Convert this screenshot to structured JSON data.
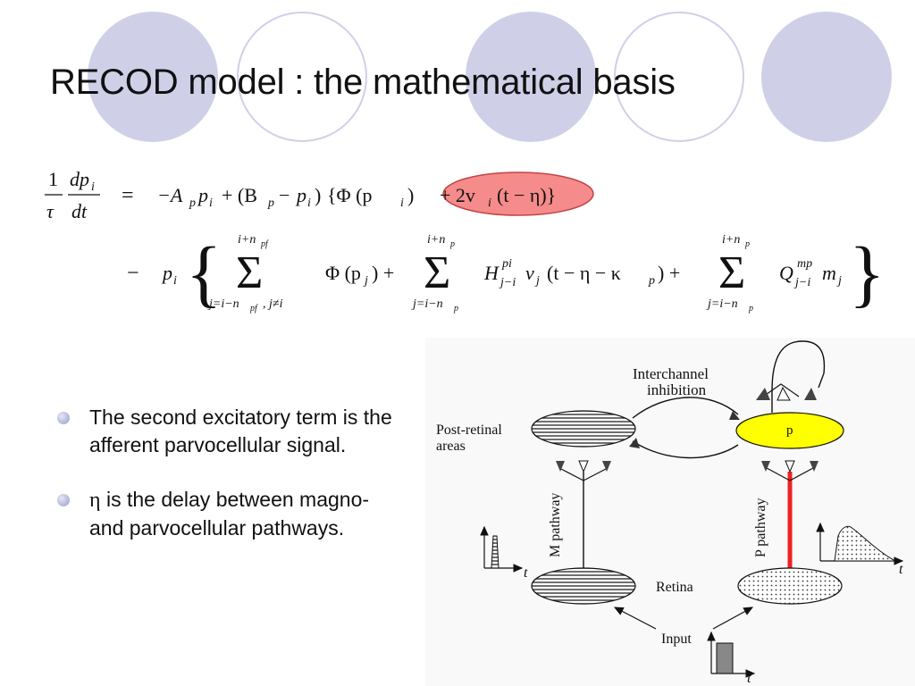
{
  "slide": {
    "title": "RECOD model : the mathematical basis"
  },
  "equation": {
    "line1": {
      "lhs_num_left": "1",
      "lhs_den_left": "τ",
      "lhs_num_right": "dp",
      "lhs_num_right_sub": "i",
      "lhs_den_right": "dt",
      "equals": "=",
      "rhs_main": "−A",
      "rhs_rest": "+ (B",
      "rhs_phi": "{Φ (p",
      "highlight": "+ 2v",
      "highlight_tail": "(t − η)}"
    },
    "line2": {
      "minus": "−",
      "p": "p",
      "sum1_upper": "i+n",
      "sum1_upper_sub": "pf",
      "sum1_lower": "j=i−n",
      "sum1_lower_sub": "pf",
      "sum1_lower_tail": ", j≠i",
      "term1": "Φ (p",
      "term1_tail": ") +",
      "sum2_upper": "i+n",
      "sum2_upper_sub": "p",
      "sum2_lower": "j=i−n",
      "sum2_lower_sub": "p",
      "term2": "H",
      "term2_sup": "pi",
      "term2_sub": "j−i",
      "term2_tail": "v",
      "term2_tail2": "(t − η − κ",
      "term2_tail3": ") +",
      "sum3_upper": "i+n",
      "sum3_upper_sub": "p",
      "sum3_lower": "j=i−n",
      "sum3_lower_sub": "p",
      "term3": "Q",
      "term3_sup": "mp",
      "term3_sub": "j−i",
      "term3_tail": "m"
    },
    "highlight_color": "#f58b8b"
  },
  "bullets": [
    {
      "text": "The second excitatory term is the afferent parvocellular signal."
    },
    {
      "eta": "η",
      "text": " is the delay between magno- and parvocellular pathways."
    }
  ],
  "diagram": {
    "interchannel_line1": "Interchannel",
    "interchannel_line2": "inhibition",
    "post_retinal_line1": "Post-retinal",
    "post_retinal_line2": "areas",
    "p_node": "p",
    "m_pathway": "M pathway",
    "p_pathway": "P pathway",
    "retina": "Retina",
    "input": "Input",
    "t1": "t",
    "t2": "t",
    "t3": "t",
    "p_node_color": "#ffff00",
    "p_pathway_color": "#ee2222"
  },
  "theme": {
    "circle_fill": "#cfd0e8",
    "bullet_color": "#aeb0d8"
  }
}
